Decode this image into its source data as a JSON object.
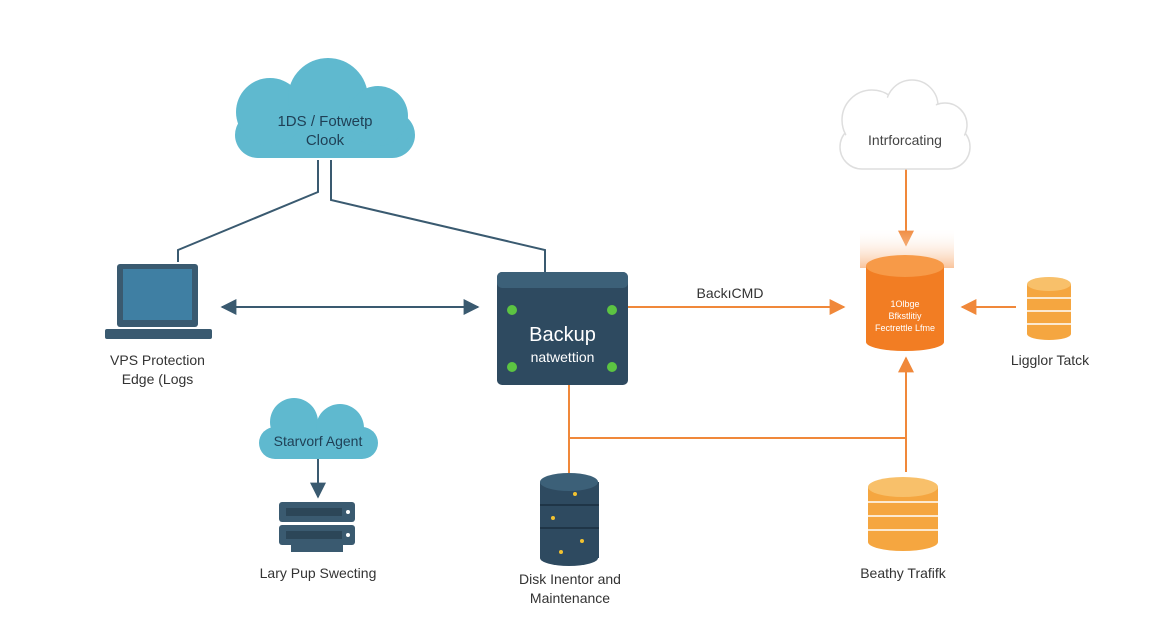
{
  "colors": {
    "navy": "#3a5a70",
    "teal_cloud": "#5fb9cf",
    "orange": "#f0883a",
    "server_dark": "#2e4a60",
    "green_dot": "#5cc442"
  },
  "nodes": {
    "top_cloud": {
      "line1": "1DS / Fotwetp",
      "line2": "Clook",
      "icon": "cloud-icon"
    },
    "laptop": {
      "line1": "VPS Protection",
      "line2": "Edge (Logs",
      "icon": "laptop-icon"
    },
    "agent_cloud": {
      "label": "Starvorf Agent",
      "icon": "cloud-icon"
    },
    "server": {
      "label": "Lary Pup Swecting",
      "icon": "server-icon"
    },
    "backup": {
      "line1": "Backup",
      "line2": "natwettion"
    },
    "disk": {
      "line1": "Disk Inentor and",
      "line2": "Maintenance",
      "icon": "database-icon"
    },
    "interfacing": {
      "label": "Intrforcating",
      "icon": "cloud-icon"
    },
    "orange_db": {
      "line1": "1Olbge",
      "line2": "Bfkstlitiy",
      "line3": "Fectrettle Lfme",
      "icon": "database-icon"
    },
    "logger": {
      "label": "Ligglor Tatck",
      "icon": "database-icon"
    },
    "healthy": {
      "label": "Beathy Trafifk",
      "icon": "database-icon"
    }
  },
  "edges": {
    "backup_to_orange_label": "BackıCMD"
  }
}
